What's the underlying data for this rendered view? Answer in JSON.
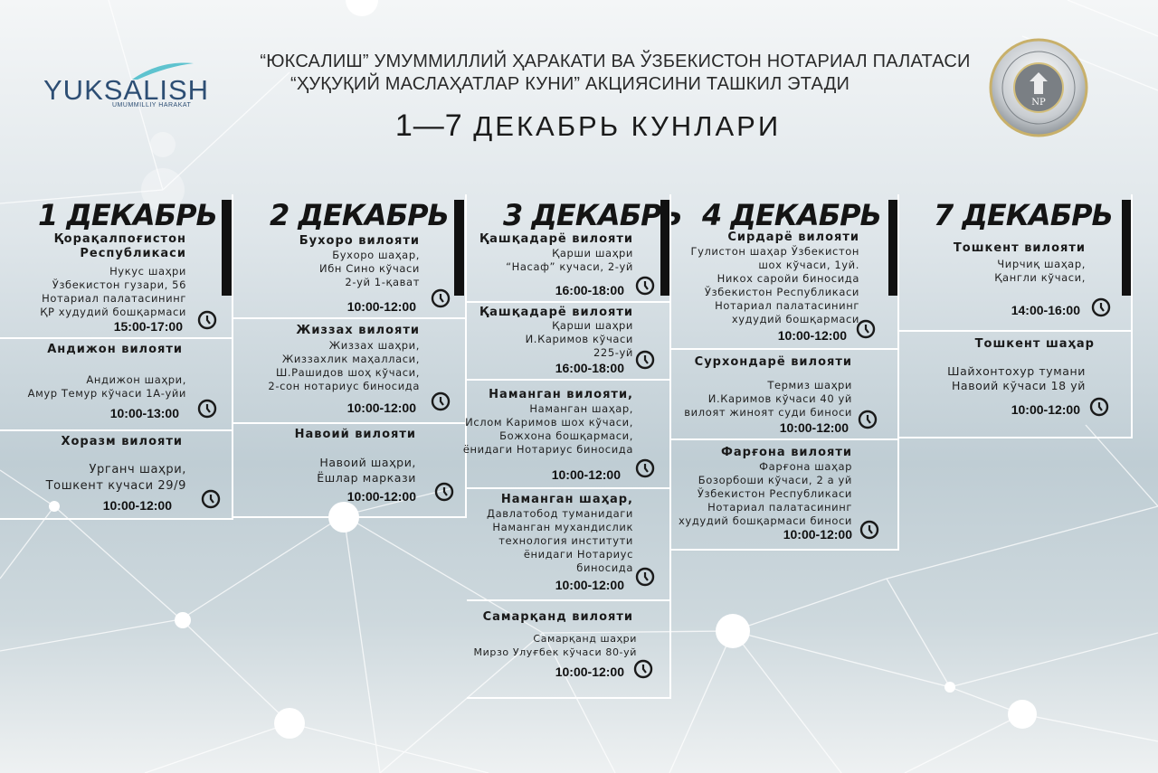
{
  "header": {
    "line1": "“ЮКСАЛИШ” УМУММИЛЛИЙ ҲАРАКАТИ ВА ЎЗБЕКИСТОН НОТАРИАЛ ПАЛАТАСИ",
    "line2": "“ҲУҚУҚИЙ МАСЛАҲАТЛАР КУНИ” АКЦИЯСИНИ ТАШКИЛ ЭТАДИ",
    "dates_num": "1—7",
    "dates_text": "ДЕКАБРЬ КУНЛАРИ"
  },
  "logo": {
    "name": "YUKSALISH",
    "sub": "UMUMMILLIY HARAKAT"
  },
  "seal": {
    "text": "NP"
  },
  "days": [
    {
      "title": "1 ДЕКАБРЬ",
      "entries": [
        {
          "region": "Қорақалпоғистон\nРеспубликаси",
          "address": "Нукус шаҳри\nЎзбекистон гузари, 56\nНотариал палатасининг\nҚР худудий бошқармаси",
          "time": "15:00-17:00"
        },
        {
          "region": "Андижон вилояти",
          "address": "Андижон шаҳри,\nАмур Темур кўчаси 1А-уйи",
          "time": "10:00-13:00"
        },
        {
          "region": "Хоразм вилояти",
          "address": "Урганч шаҳри,\nТошкент кучаси 29/9",
          "time": "10:00-12:00"
        }
      ]
    },
    {
      "title": "2 ДЕКАБРЬ",
      "entries": [
        {
          "region": "Бухоро вилояти",
          "address": "Бухоро шаҳар,\nИбн Сино кўчаси\n2-уй 1-қават",
          "time": "10:00-12:00"
        },
        {
          "region": "Жиззах вилояти",
          "address": "Жиззах шаҳри,\nЖиззахлик маҳалласи,\nШ.Рашидов шоҳ кўчаси,\n2-сон нотариус биносида",
          "time": "10:00-12:00"
        },
        {
          "region": "Навоий вилояти",
          "address": "Навоий шаҳри,\nЁшлар маркази",
          "time": "10:00-12:00"
        }
      ]
    },
    {
      "title": "3 ДЕКАБРЬ",
      "entries": [
        {
          "region": "Қашқадарё вилояти",
          "address": "Қарши шаҳри\n“Насаф” кучаси, 2-уй",
          "time": "16:00-18:00"
        },
        {
          "region": "Қашқадарё вилояти",
          "address": "Қарши шаҳри\nИ.Каримов кўчаси\n225-уй",
          "time": "16:00-18:00"
        },
        {
          "region": "Наманган вилояти,",
          "address": "Наманган шаҳар,\nИслом Каримов шох кўчаси,\nБожхона бошқармаси,\nёнидаги Нотариус биносида",
          "time": "10:00-12:00"
        },
        {
          "region": "Наманган шаҳар,",
          "address": "Давлатобод туманидаги\nНаманган мухандислик\nтехнология институти\nёнидаги Нотариус\nбиносида",
          "time": "10:00-12:00"
        },
        {
          "region": "Самарқанд вилояти",
          "address": "Самарқанд шаҳри\nМирзо Улуғбек кўчаси 80-уй",
          "time": "10:00-12:00"
        }
      ]
    },
    {
      "title": "4 ДЕКАБРЬ",
      "entries": [
        {
          "region": "Сирдарё вилояти",
          "address": "Гулистон шаҳар Ўзбекистон\nшох кўчаси, 1уй.\nНикох саройи биносида\nЎзбекистон Республикаси\nНотариал палатасининг\nхудудий бошқармаси",
          "time": "10:00-12:00"
        },
        {
          "region": "Сурхондарё вилояти",
          "address": "Термиз шаҳри\nИ.Каримов кўчаси 40 уй\nвилоят жиноят суди биноси",
          "time": "10:00-12:00"
        },
        {
          "region": "Фарғона вилояти",
          "address": "Фарғона шаҳар\nБозорбоши кўчаси, 2 а уй\nЎзбекистон Республикаси\nНотариал палатасининг\nхудудий бошқармаси биноси",
          "time": "10:00-12:00"
        }
      ]
    },
    {
      "title": "7 ДЕКАБРЬ",
      "entries": [
        {
          "region": "Тошкент вилояти",
          "address": "Чирчиқ шаҳар,\nҚангли кўчаси,",
          "time": "14:00-16:00"
        },
        {
          "region": "Тошкент шаҳар",
          "address": "Шайхонтохур тумани\nНавоий кўчаси 18 уй",
          "time": "10:00-12:00"
        }
      ]
    }
  ]
}
